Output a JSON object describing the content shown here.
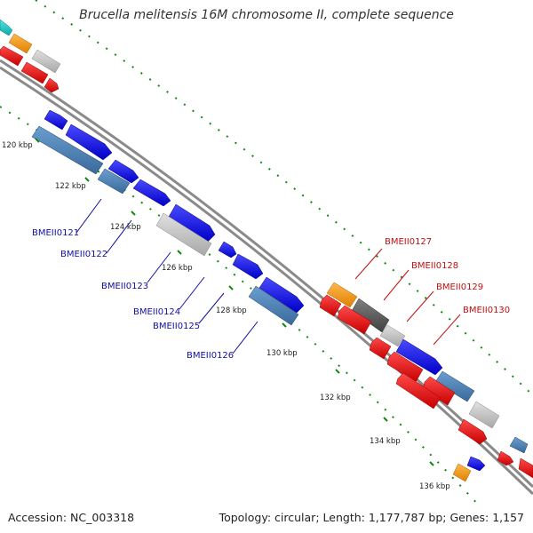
{
  "title": "Brucella melitensis 16M chromosome II, complete sequence",
  "footer": {
    "accession_label": "Accession:",
    "accession": "NC_003318",
    "topology_label": "Topology:",
    "topology": "circular;",
    "length_label": "Length:",
    "length": "1,177,787 bp;",
    "genes_label": "Genes:",
    "genes": "1,157"
  },
  "colors": {
    "forward_gene": "#1010e0",
    "forward_gene_light": "#4a7fb5",
    "reverse_gene": "#e01010",
    "grey_gene": "#c0c0c0",
    "dark_grey_gene": "#606060",
    "orange_gene": "#ff9900",
    "cyan_gene": "#22cccc",
    "tick": "#118811",
    "label_blue": "#1010a0",
    "label_red": "#c01010"
  },
  "kbp_labels": [
    "120 kbp",
    "122 kbp",
    "124 kbp",
    "126 kbp",
    "128 kbp",
    "130 kbp",
    "132 kbp",
    "134 kbp",
    "136 kbp"
  ],
  "gene_labels_blue": [
    "BMEII0121",
    "BMEII0122",
    "BMEII0123",
    "BMEII0124",
    "BMEII0125",
    "BMEII0126"
  ],
  "gene_labels_red": [
    "BMEII0127",
    "BMEII0128",
    "BMEII0129",
    "BMEII0130"
  ]
}
